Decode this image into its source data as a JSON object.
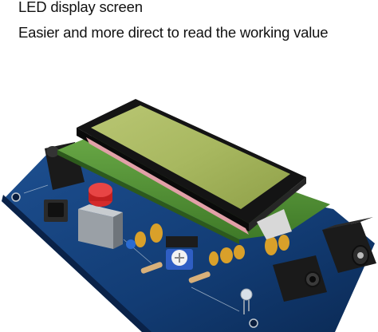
{
  "caption": {
    "heading": "LED display screen",
    "subheading": "Easier and more direct to read the working value"
  },
  "colors": {
    "pcb_blue": "#123c74",
    "pcb_green": "#5a9a3a",
    "lcd_green": "#a8b860",
    "bezel_black": "#141414",
    "button_red": "#d42a2a",
    "text": "#111111"
  },
  "icons": {
    "photo": "lcd-module-photo"
  }
}
